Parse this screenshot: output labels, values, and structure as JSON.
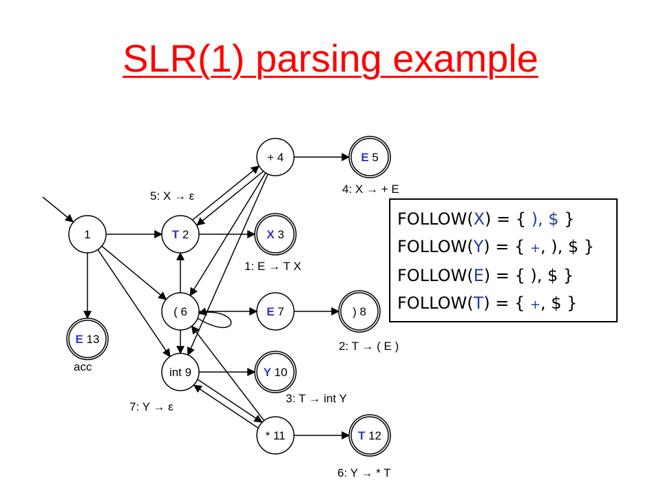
{
  "title": "SLR(1) parsing example",
  "states": [
    {
      "id": "s1",
      "num": "1",
      "sym": "",
      "accepting": false
    },
    {
      "id": "s2",
      "num": "2",
      "sym": "T",
      "accepting": false
    },
    {
      "id": "s3",
      "num": "3",
      "sym": "X",
      "accepting": true
    },
    {
      "id": "s4",
      "num": "+ 4",
      "sym": "",
      "accepting": false
    },
    {
      "id": "s5",
      "num": "5",
      "sym": "E",
      "accepting": true
    },
    {
      "id": "s6",
      "num": "( 6",
      "sym": "",
      "accepting": false
    },
    {
      "id": "s7",
      "num": "7",
      "sym": "E",
      "accepting": false
    },
    {
      "id": "s8",
      "num": ") 8",
      "sym": "",
      "accepting": true
    },
    {
      "id": "s9",
      "num": "int 9",
      "sym": "",
      "accepting": false
    },
    {
      "id": "s10",
      "num": "10",
      "sym": "Y",
      "accepting": true
    },
    {
      "id": "s11",
      "num": "* 11",
      "sym": "",
      "accepting": false
    },
    {
      "id": "s12",
      "num": "12",
      "sym": "T",
      "accepting": true
    },
    {
      "id": "s13",
      "num": "13",
      "sym": "E",
      "accepting": true
    }
  ],
  "labels": {
    "acc": "acc",
    "prod1": "1: E → T X",
    "prod2": "2: T → ( E )",
    "prod3": "3: T → int Y",
    "prod4": "4: X → + E",
    "prod5": "5: X → ε",
    "prod6": "6: Y → * T",
    "prod7": "7: Y → ε"
  },
  "follow": [
    {
      "prefix": "FOLLOW(",
      "var": "X",
      "mid": ") = { ",
      "items": [
        {
          "t": "), $",
          "blue": true
        }
      ],
      "suffix": " }"
    },
    {
      "prefix": "FOLLOW(",
      "var": "Y",
      "mid": ") = { ",
      "items": [
        {
          "t": "+",
          "blue": true,
          "small": true
        },
        {
          "t": ", ), $",
          "blue": false
        }
      ],
      "suffix": " }"
    },
    {
      "prefix": "FOLLOW(",
      "var": "E",
      "mid": ") = { ",
      "items": [
        {
          "t": "), $",
          "blue": false
        }
      ],
      "suffix": " }"
    },
    {
      "prefix": "FOLLOW(",
      "var": "T",
      "mid": ") = { ",
      "items": [
        {
          "t": "+",
          "blue": true,
          "small": true
        },
        {
          "t": ", $",
          "blue": false
        }
      ],
      "suffix": " }"
    }
  ]
}
